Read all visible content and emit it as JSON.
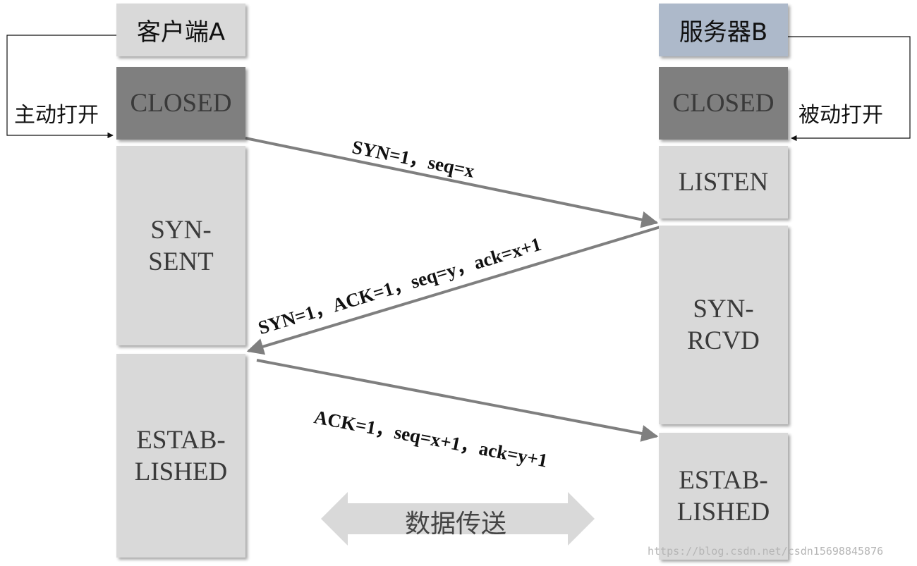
{
  "client": {
    "title": "客户端A",
    "open_label": "主动打开",
    "states": [
      "CLOSED",
      "SYN-\nSENT",
      "ESTAB-\nLISHED"
    ]
  },
  "server": {
    "title": "服务器B",
    "open_label": "被动打开",
    "states": [
      "CLOSED",
      "LISTEN",
      "SYN-\nRCVD",
      "ESTAB-\nLISHED"
    ]
  },
  "messages": {
    "m1": "SYN=1，seq=x",
    "m2": "SYN=1，ACK=1，seq=y，ack=x+1",
    "m3": "ACK=1，seq=x+1，ack=y+1"
  },
  "data_transfer": "数据传送",
  "watermark": "https://blog.csdn.net/csdn15698845876",
  "colors": {
    "header_client": "#d9d9d9",
    "header_server": "#adb9ca",
    "closed": "#7f7f7f",
    "state": "#d9d9d9",
    "arrow": "#7f7f7f"
  }
}
